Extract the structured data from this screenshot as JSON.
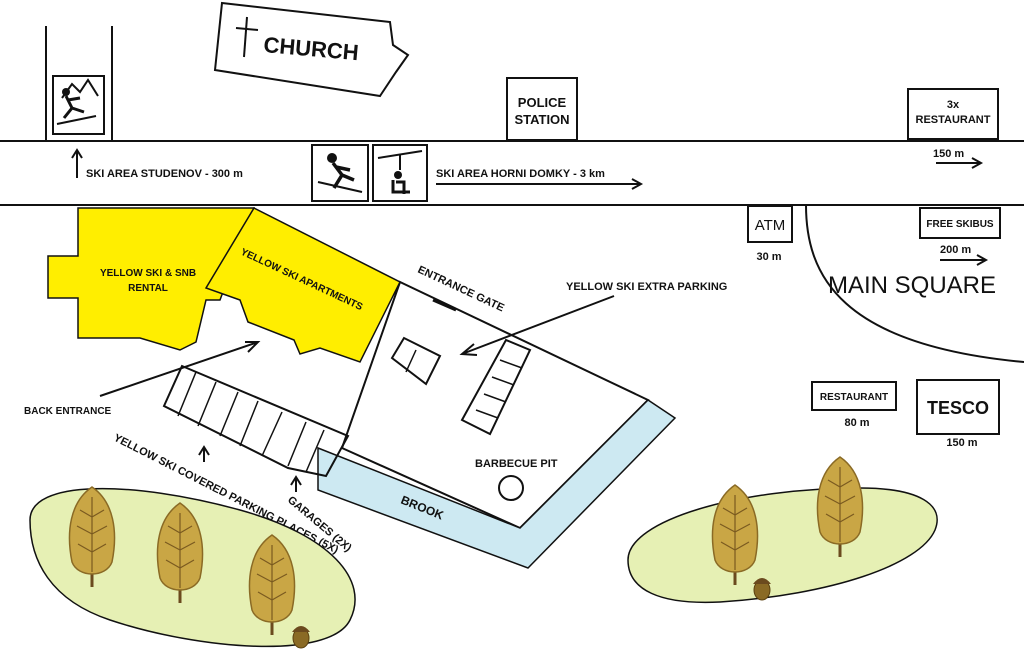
{
  "map": {
    "landmarks": {
      "church": "CHURCH",
      "police_station_line1": "POLICE",
      "police_station_line2": "STATION",
      "restaurant3x_line1": "3x",
      "restaurant3x_line2": "RESTAURANT",
      "restaurant3x_distance": "150 m",
      "atm": "ATM",
      "atm_distance": "30 m",
      "free_skibus": "FREE SKIBUS",
      "free_skibus_distance": "200 m",
      "main_square": "MAIN SQUARE",
      "restaurant": "RESTAURANT",
      "restaurant_distance": "80 m",
      "tesco": "TESCO",
      "tesco_distance": "150 m"
    },
    "road": {
      "ski_area_studenov": "SKI AREA STUDENOV - 300 m",
      "ski_area_horni_domky": "SKI AREA HORNI DOMKY - 3 km"
    },
    "property": {
      "rental_line1": "YELLOW SKI & SNB",
      "rental_line2": "RENTAL",
      "apartments": "YELLOW SKI APARTMENTS",
      "entrance_gate": "ENTRANCE GATE",
      "extra_parking": "YELLOW SKI EXTRA PARKING",
      "back_entrance": "BACK ENTRANCE",
      "covered_parking": "YELLOW SKI COVERED PARKING PLACES (5X)",
      "garages": "GARAGES (2X)",
      "barbecue_pit": "BARBECUE PIT",
      "brook": "BROOK"
    },
    "icons": [
      "skier-sign-icon",
      "skier-icon",
      "chairlift-icon",
      "cross-icon",
      "tree-icon",
      "acorn-icon"
    ],
    "colors": {
      "building_yellow": "#ffee00",
      "brook_blue": "#cde9f2",
      "meadow_green": "#e6f0b4",
      "tree_gold": "#c9a645"
    }
  }
}
